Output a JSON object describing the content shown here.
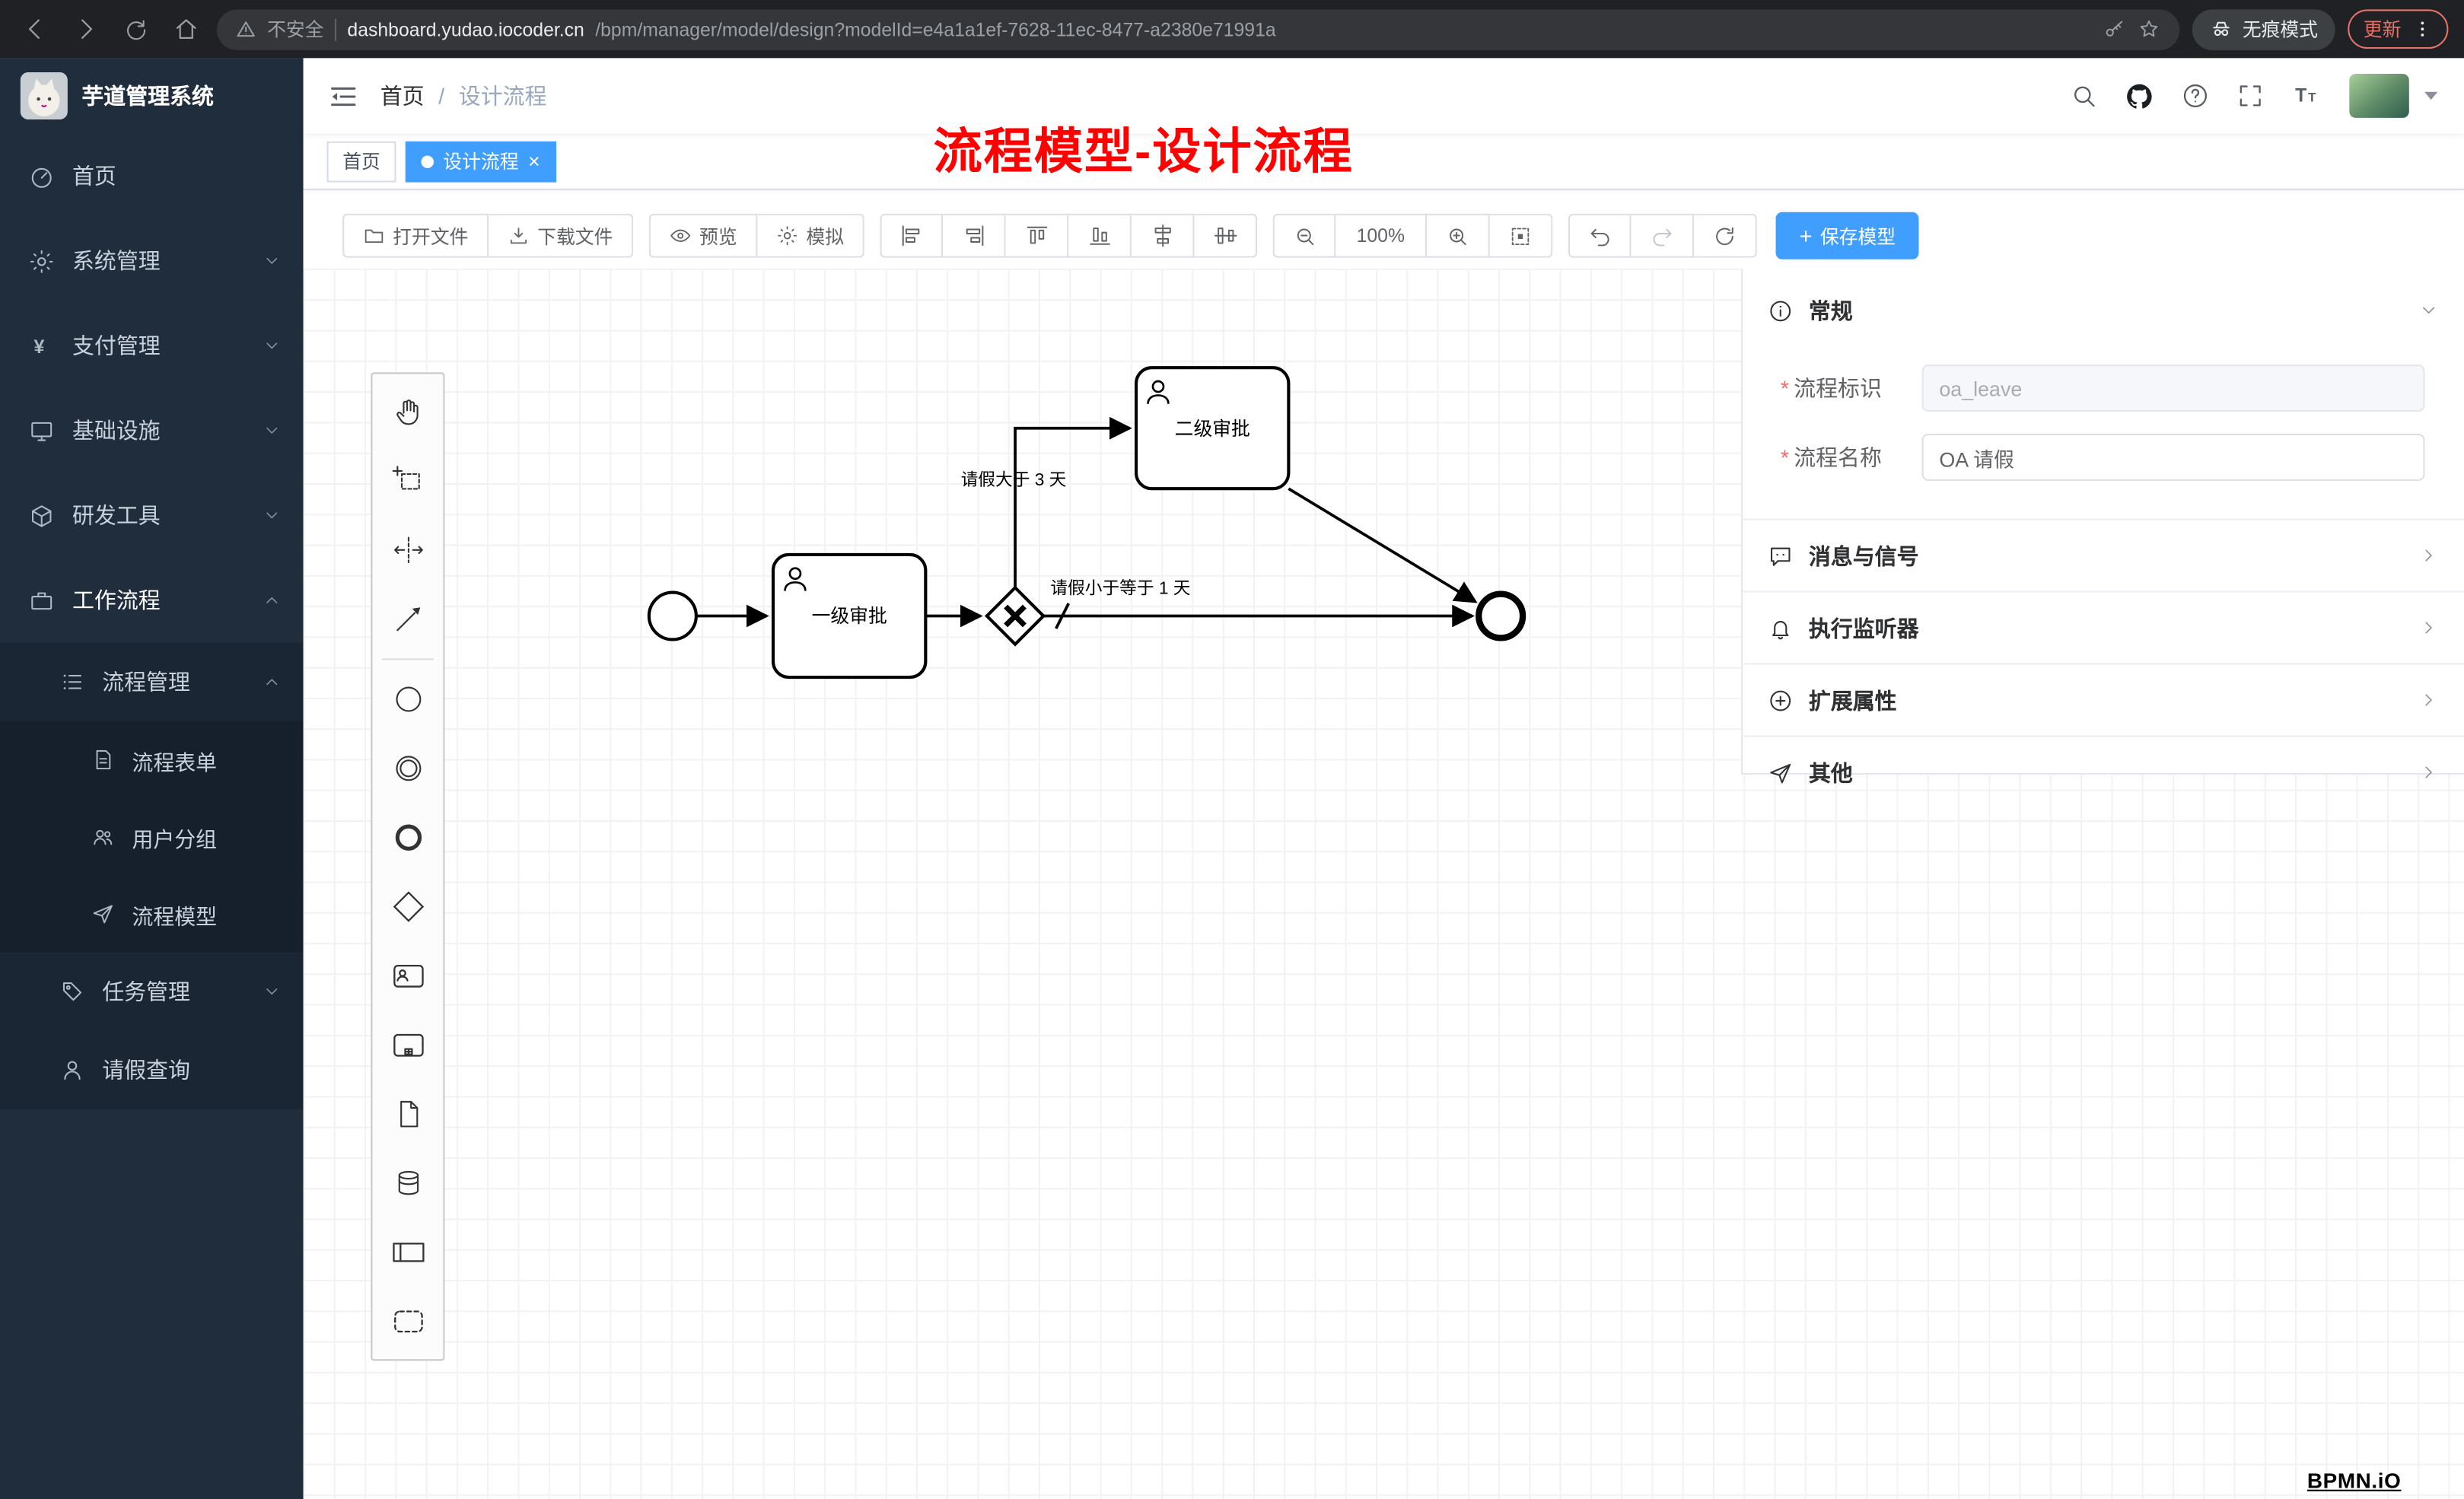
{
  "colors": {
    "accent": "#409eff",
    "annotation": "#fe0100",
    "sidebar_bg": "#1f2d3d",
    "chrome_bg": "#202124",
    "tab_active": "#409eff"
  },
  "icons": {
    "plus": "+",
    "close": "×",
    "breadcrumb_separator": "/",
    "required_marker": "*"
  },
  "browser": {
    "security_label": "不安全",
    "url_host": "dashboard.yudao.iocoder.cn",
    "url_path": "/bpm/manager/model/design?modelId=e4a1a1ef-7628-11ec-8477-a2380e71991a",
    "incognito_label": "无痕模式",
    "update_label": "更新"
  },
  "sidebar": {
    "app_title": "芋道管理系统",
    "items": [
      {
        "label": "首页"
      },
      {
        "label": "系统管理"
      },
      {
        "label": "支付管理"
      },
      {
        "label": "基础设施"
      },
      {
        "label": "研发工具"
      },
      {
        "label": "工作流程"
      },
      {
        "label": "流程管理"
      },
      {
        "label": "流程表单"
      },
      {
        "label": "用户分组"
      },
      {
        "label": "流程模型"
      },
      {
        "label": "任务管理"
      },
      {
        "label": "请假查询"
      }
    ]
  },
  "header": {
    "breadcrumb_home": "首页",
    "breadcrumb_current": "设计流程",
    "annotation": "流程模型-设计流程"
  },
  "tabs": {
    "items": [
      {
        "label": "首页",
        "active": false
      },
      {
        "label": "设计流程",
        "active": true,
        "closable": true
      }
    ]
  },
  "toolbar": {
    "open_file": "打开文件",
    "download_file": "下载文件",
    "preview": "预览",
    "simulate": "模拟",
    "zoom_level": "100%",
    "save_model": "保存模型"
  },
  "palette": {
    "tools": [
      "hand",
      "lasso",
      "space",
      "connect",
      "start-event",
      "intermediate-event",
      "end-event",
      "gateway",
      "user-task",
      "subprocess",
      "file",
      "data-store",
      "pool",
      "group"
    ]
  },
  "diagram": {
    "nodes": [
      {
        "id": "start",
        "type": "startEvent",
        "label": ""
      },
      {
        "id": "task1",
        "type": "userTask",
        "label": "一级审批"
      },
      {
        "id": "gateway",
        "type": "exclusiveGateway",
        "label": ""
      },
      {
        "id": "task2",
        "type": "userTask",
        "label": "二级审批"
      },
      {
        "id": "end",
        "type": "endEvent",
        "label": ""
      }
    ],
    "edges": [
      {
        "from": "start",
        "to": "task1",
        "label": ""
      },
      {
        "from": "task1",
        "to": "gateway",
        "label": ""
      },
      {
        "from": "gateway",
        "to": "task2",
        "label": "请假大于 3 天"
      },
      {
        "from": "gateway",
        "to": "end",
        "label": "请假小于等于 1 天",
        "default_flow": true
      },
      {
        "from": "task2",
        "to": "end",
        "label": ""
      }
    ]
  },
  "properties": {
    "sections": [
      {
        "label": "常规",
        "expanded": true
      },
      {
        "label": "消息与信号",
        "expanded": false
      },
      {
        "label": "执行监听器",
        "expanded": false
      },
      {
        "label": "扩展属性",
        "expanded": false
      },
      {
        "label": "其他",
        "expanded": false
      }
    ],
    "fields": [
      {
        "label": "流程标识",
        "value": "oa_leave",
        "required": true,
        "disabled": true
      },
      {
        "label": "流程名称",
        "value": "OA 请假",
        "required": true,
        "disabled": false
      }
    ]
  },
  "watermark": "BPMN.iO"
}
